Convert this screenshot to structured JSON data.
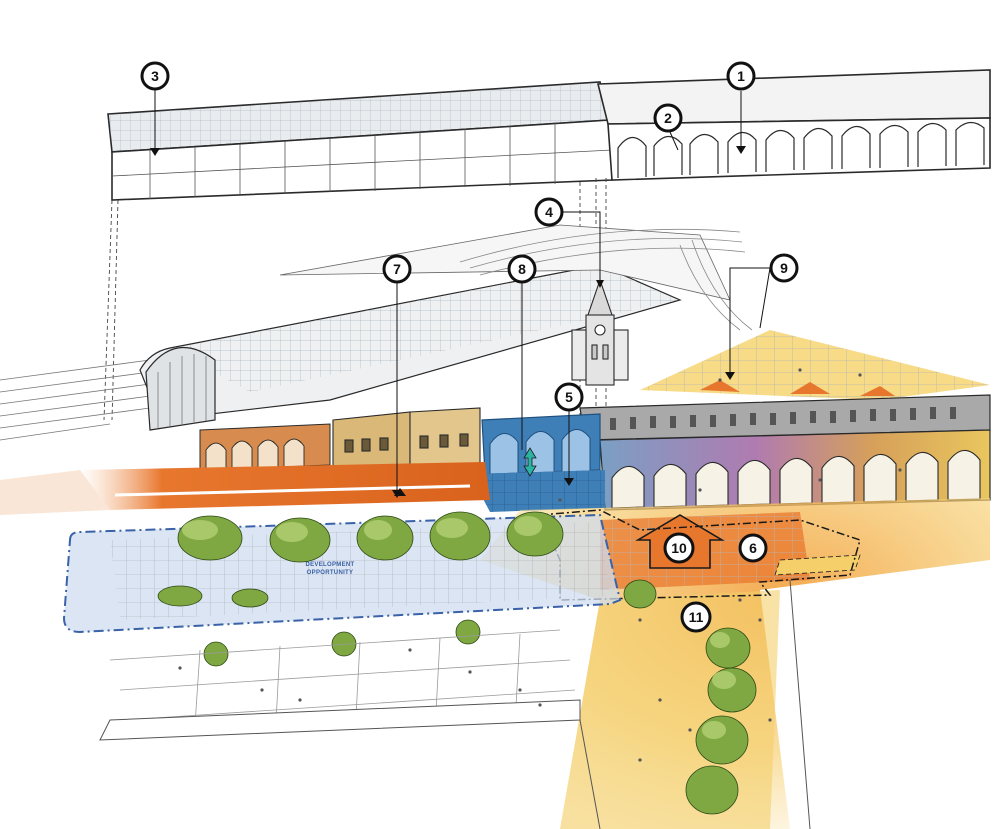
{
  "callouts": [
    "1",
    "2",
    "3",
    "4",
    "5",
    "6",
    "7",
    "8",
    "9",
    "10",
    "11"
  ],
  "development_label": [
    "DEVELOPMENT",
    "OPPORTUNITY"
  ],
  "colors": {
    "ink": "#2a2a2a",
    "orange": "#e8772e",
    "blue": "#3f7fb8",
    "yellow": "#f4cf6a",
    "green": "#6f9a3a",
    "dev_outline": "#3a62a8",
    "tan": "#c9a766",
    "grey": "#9a9a9a"
  }
}
